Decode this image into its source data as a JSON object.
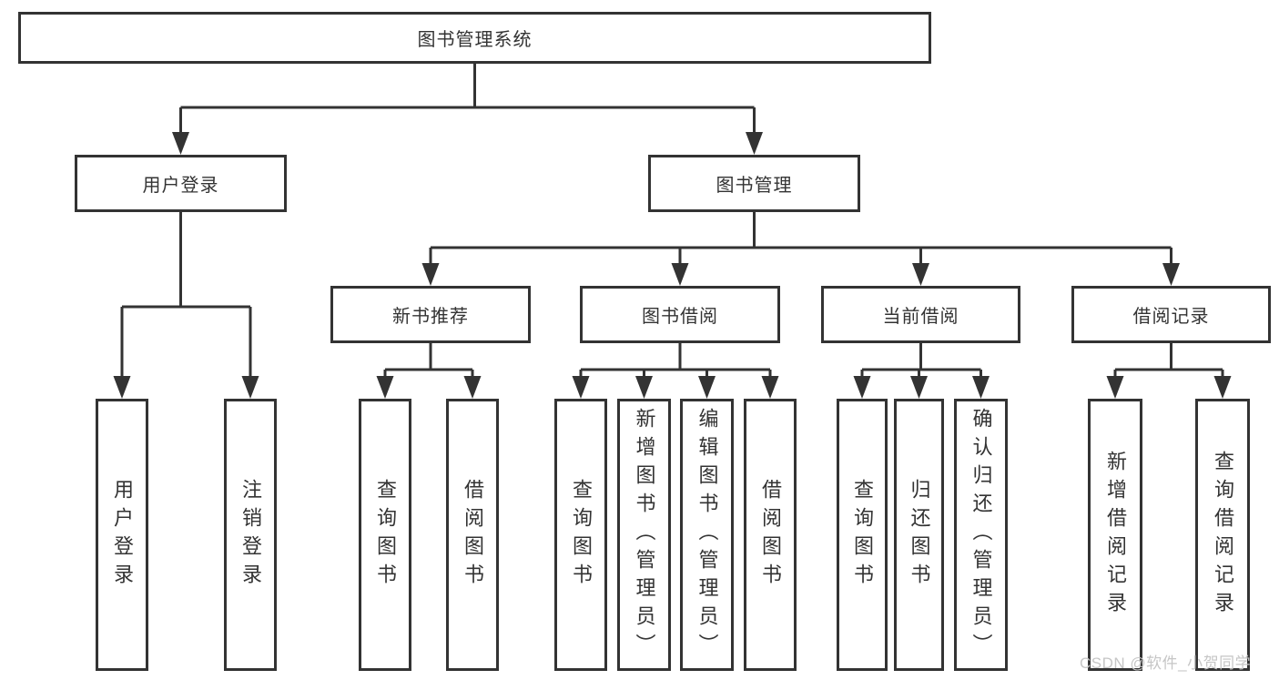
{
  "page": {
    "background_color": "#ffffff",
    "line_color": "#333333",
    "text_color": "#333333"
  },
  "watermark": {
    "text": "CSDN @软件_小贺同学",
    "color": "#c6c6c6"
  },
  "diagram": {
    "type": "hierarchy-tree",
    "root": {
      "label": "图书管理系统"
    },
    "level2": [
      {
        "label": "用户登录"
      },
      {
        "label": "图书管理"
      }
    ],
    "level3": [
      {
        "label": "新书推荐",
        "parent": "图书管理"
      },
      {
        "label": "图书借阅",
        "parent": "图书管理"
      },
      {
        "label": "当前借阅",
        "parent": "图书管理"
      },
      {
        "label": "借阅记录",
        "parent": "图书管理"
      }
    ],
    "level4": [
      {
        "label": "用户登录",
        "parent": "用户登录"
      },
      {
        "label": "注销登录",
        "parent": "用户登录"
      },
      {
        "label": "查询图书",
        "parent": "新书推荐"
      },
      {
        "label": "借阅图书",
        "parent": "新书推荐"
      },
      {
        "label": "查询图书",
        "parent": "图书借阅"
      },
      {
        "label": "新增图书（管理员）",
        "parent": "图书借阅"
      },
      {
        "label": "编辑图书（管理员）",
        "parent": "图书借阅"
      },
      {
        "label": "借阅图书",
        "parent": "图书借阅"
      },
      {
        "label": "查询图书",
        "parent": "当前借阅"
      },
      {
        "label": "归还图书",
        "parent": "当前借阅"
      },
      {
        "label": "确认归还（管理员）",
        "parent": "当前借阅"
      },
      {
        "label": "新增借阅记录",
        "parent": "借阅记录"
      },
      {
        "label": "查询借阅记录",
        "parent": "借阅记录"
      }
    ]
  }
}
